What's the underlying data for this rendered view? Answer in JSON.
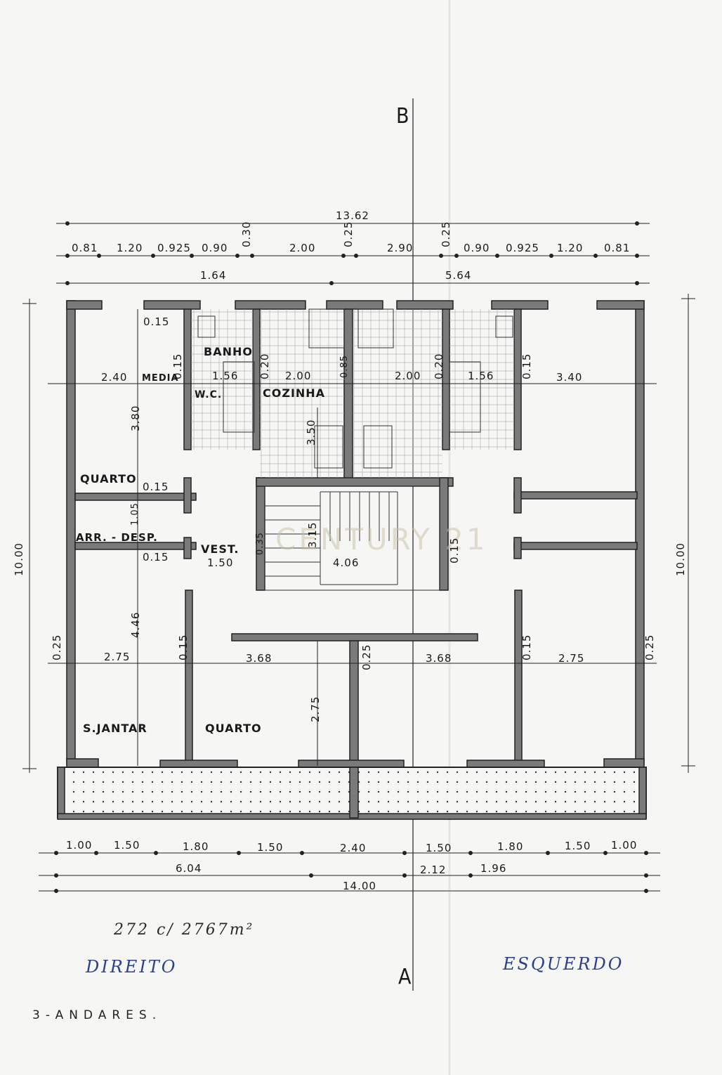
{
  "section_marks": {
    "top": "B",
    "bottom": "A"
  },
  "top_dimensions": {
    "overall": "13.62",
    "row1": [
      "0.81",
      "1.20",
      "0.925",
      "0.90",
      "0.30",
      "2.00",
      "0.25",
      "2.90",
      "0.25",
      "0.90",
      "0.925",
      "1.20",
      "0.81"
    ],
    "row2": [
      "1.64",
      "5.64"
    ]
  },
  "side_dimensions": {
    "left": "10.00",
    "right": "10.00"
  },
  "bottom_dimensions": {
    "row1": [
      "1.00",
      "1.50",
      "1.80",
      "1.50",
      "2.40",
      "1.50",
      "1.80",
      "1.50",
      "1.00"
    ],
    "row2": [
      "6.04",
      "2.12",
      "1.96"
    ],
    "overall": "14.00"
  },
  "rooms": {
    "banho": "BANHO",
    "media": "MEDIA",
    "wc": "W.C.",
    "cozinha": "COZINHA",
    "quarto_top": "QUARTO",
    "arr_desp": "ARR. - DESP.",
    "vest": "VEST.",
    "s_jantar": "S.JANTAR",
    "quarto_bottom": "QUARTO"
  },
  "interior_dimensions": {
    "d_0_15_a": "0.15",
    "d_2_40": "2.40",
    "d_0_15_b": "0.15",
    "d_1_56_l": "1.56",
    "d_0_20_l": "0.20",
    "d_2_00_l": "2.00",
    "d_0_85": "0.85",
    "d_2_00_r": "2.00",
    "d_0_20_r": "0.20",
    "d_1_56_r": "1.56",
    "d_0_15_c": "0.15",
    "d_3_40": "3.40",
    "d_3_80": "3.80",
    "d_3_50": "3.50",
    "d_0_15_d": "0.15",
    "d_1_05": "1.05",
    "d_0_15_e": "0.15",
    "d_1_50": "1.50",
    "d_0_35": "0.35",
    "d_3_15": "3.15",
    "d_4_06": "4.06",
    "d_0_15_f": "0.15",
    "d_4_46": "4.46",
    "d_0_25_l": "0.25",
    "d_2_75_l": "2.75",
    "d_0_15_g": "0.15",
    "d_3_68_l": "3.68",
    "d_0_25_m": "0.25",
    "d_3_68_r": "3.68",
    "d_0_15_h": "0.15",
    "d_2_75_r": "2.75",
    "d_0_25_r": "0.25",
    "d_2_75_v": "2.75"
  },
  "annotations": {
    "area": "272 c/ 2767m²",
    "direito": "DIREITO",
    "esquerdo": "ESQUERDO",
    "floors": "3-ANDARES."
  },
  "watermark": "CENTURY 21",
  "colors": {
    "wall": "#7a7a7a",
    "ink": "#1a1a1a",
    "blue_ink": "#2b3f8f",
    "paper": "#f6f6f4"
  }
}
